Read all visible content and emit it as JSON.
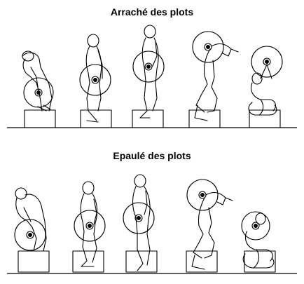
{
  "diagram": {
    "rows": [
      {
        "title": "Arraché des plots",
        "phases": 5
      },
      {
        "title": "Epaulé des plots",
        "phases": 5
      }
    ]
  }
}
